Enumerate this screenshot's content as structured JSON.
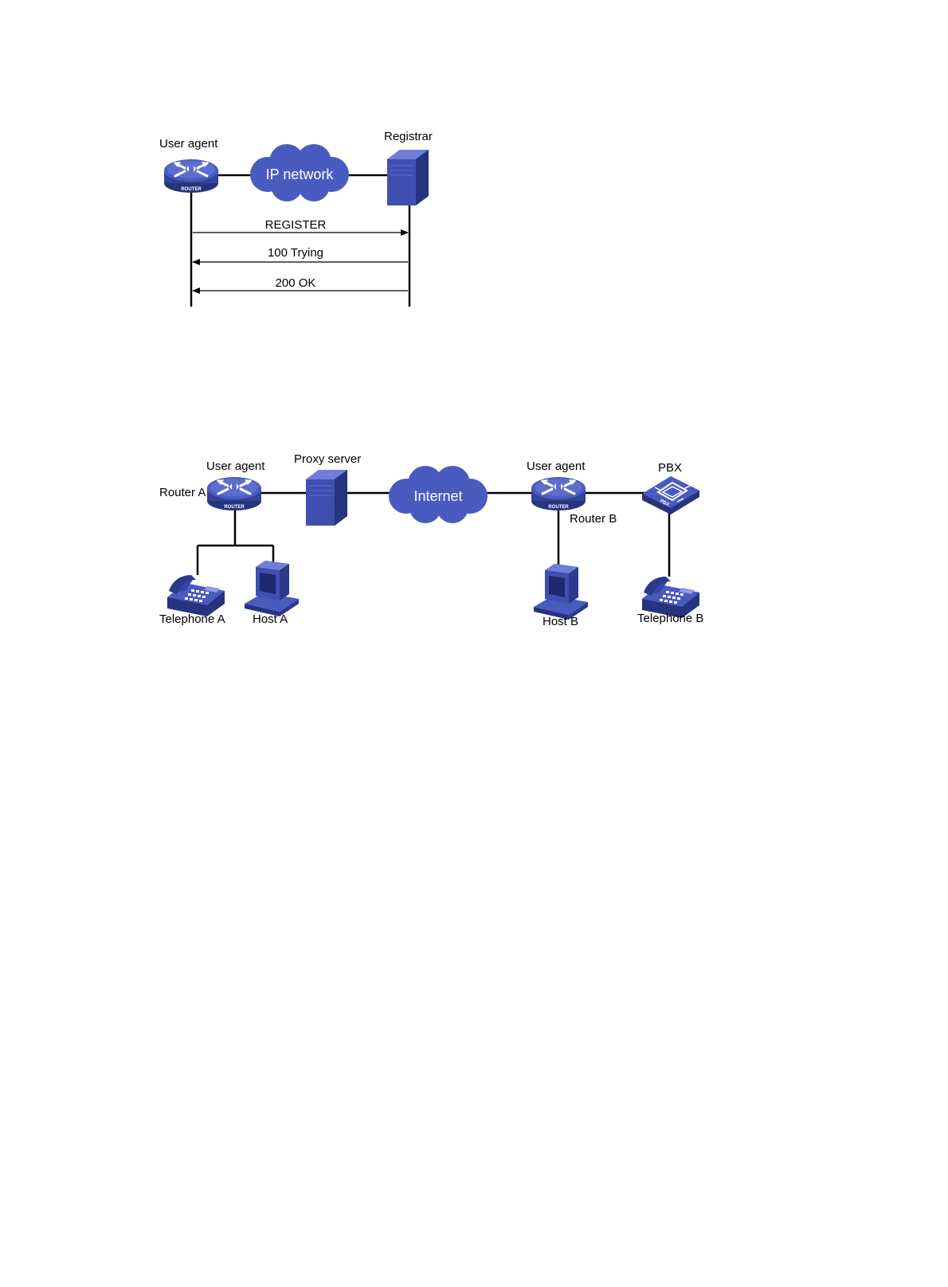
{
  "figure1": {
    "user_agent": "User agent",
    "registrar": "Registrar",
    "cloud": "IP network",
    "router_badge": "ROUTER",
    "messages": [
      "REGISTER",
      "100 Trying",
      "200 OK"
    ]
  },
  "figure2": {
    "user_agent_a": "User agent",
    "router_a": "Router A",
    "proxy_server": "Proxy server",
    "cloud": "Internet",
    "user_agent_b": "User agent",
    "router_b": "Router B",
    "pbx": "PBX",
    "pbx_badge": "PBX",
    "router_badge": "ROUTER",
    "telephone_a": "Telephone A",
    "host_a": "Host A",
    "host_b": "Host B",
    "telephone_b": "Telephone B"
  },
  "colors": {
    "device_dark": "#2c3a8c",
    "device_mid": "#3f4fb0",
    "device_light": "#6f7ed6",
    "cloud": "#4a5bbf",
    "line": "#000000"
  }
}
